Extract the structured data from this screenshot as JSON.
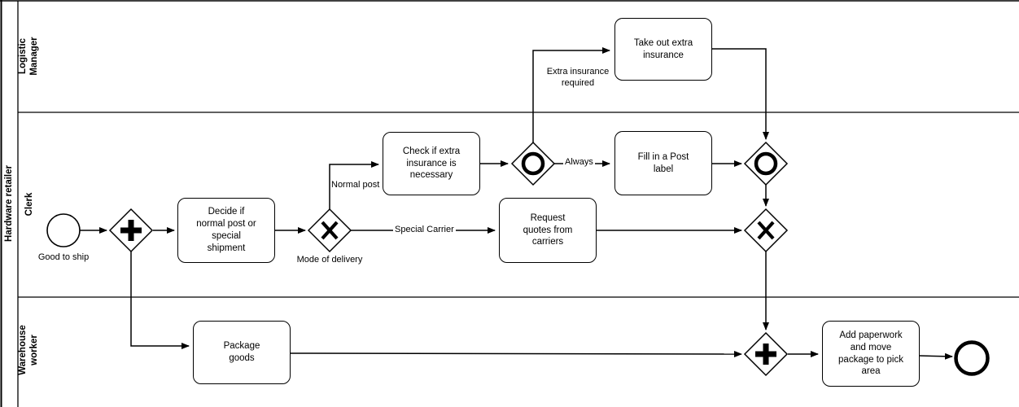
{
  "colors": {
    "stroke": "#000000",
    "background": "#ffffff"
  },
  "pool": {
    "label": "Hardware retailer"
  },
  "lanes": {
    "logistic_manager": {
      "label": "Logistic Manager"
    },
    "clerk": {
      "label": "Clerk"
    },
    "warehouse_worker": {
      "label": "Warehouse worker"
    }
  },
  "events": {
    "start": {
      "type": "start-event",
      "label": "Good to ship"
    },
    "end": {
      "type": "end-event",
      "label": ""
    }
  },
  "tasks": {
    "decide": {
      "label": "Decide if normal post or special shipment"
    },
    "check_insurance": {
      "label": "Check if extra insurance is necessary"
    },
    "take_out_insurance": {
      "label": "Take out extra insurance"
    },
    "fill_post_label": {
      "label": "Fill in a Post label"
    },
    "request_quotes": {
      "label": "Request quotes from carriers"
    },
    "package_goods": {
      "label": "Package goods"
    },
    "add_paperwork": {
      "label": "Add paperwork and move package to pick area"
    }
  },
  "gateways": {
    "parallel_split": {
      "type": "parallel",
      "label": ""
    },
    "mode_of_delivery": {
      "type": "exclusive",
      "label": "Mode of delivery"
    },
    "inclusive_split": {
      "type": "inclusive",
      "label": ""
    },
    "inclusive_join": {
      "type": "inclusive",
      "label": ""
    },
    "exclusive_join": {
      "type": "exclusive",
      "label": ""
    },
    "parallel_join": {
      "type": "parallel",
      "label": ""
    }
  },
  "flows": {
    "normal_post": {
      "label": "Normal post"
    },
    "special_carrier": {
      "label": "Special Carrier"
    },
    "always": {
      "label": "Always"
    },
    "extra_insurance_required": {
      "label": "Extra insurance required"
    }
  }
}
